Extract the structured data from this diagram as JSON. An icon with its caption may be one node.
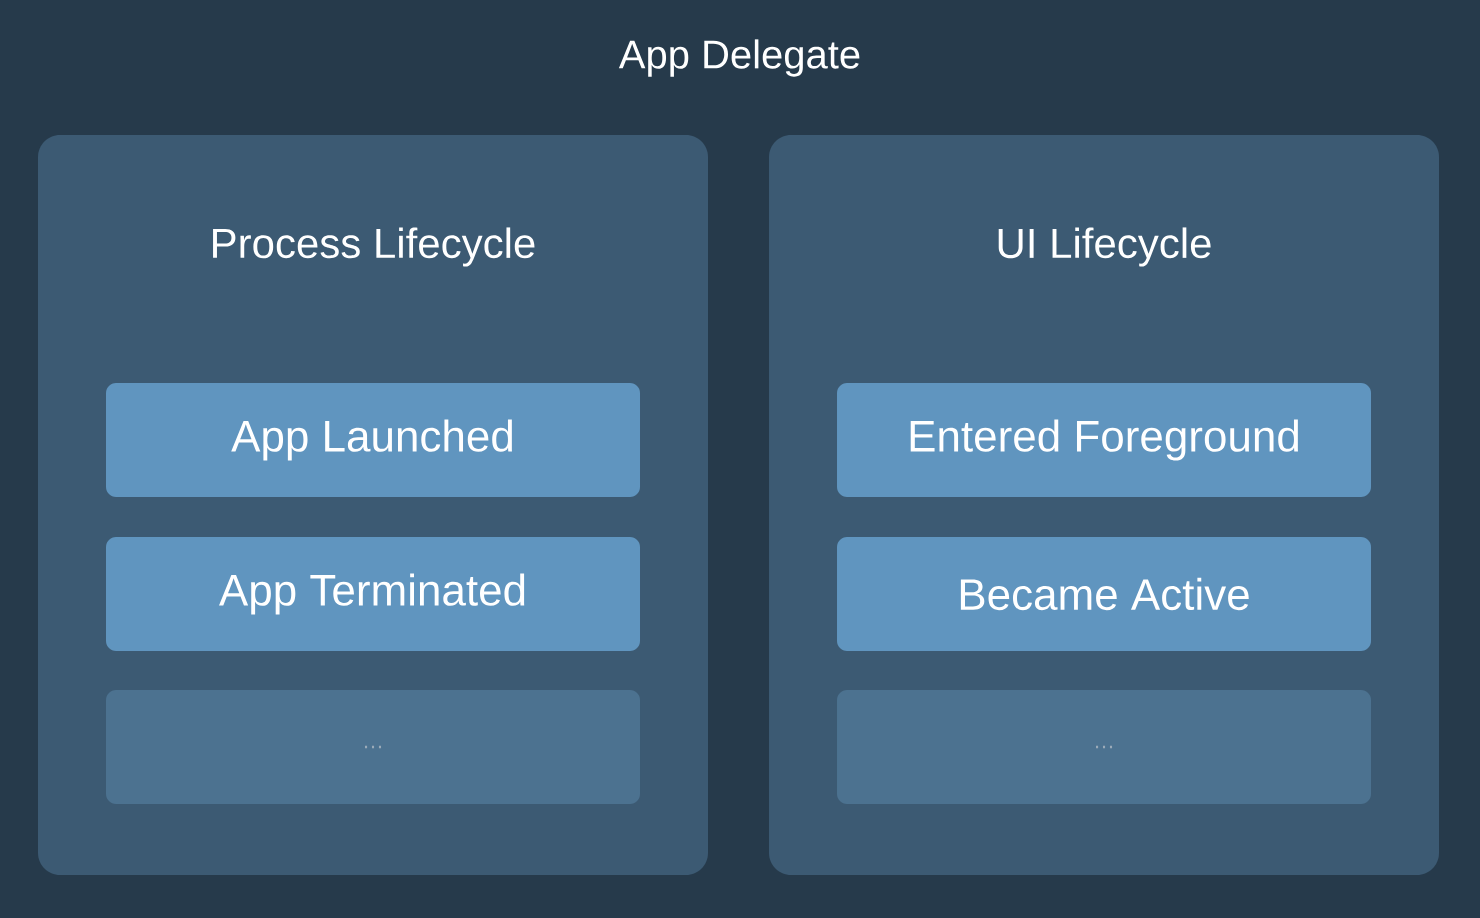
{
  "diagram": {
    "title": "App Delegate",
    "nodes": [
      {
        "text": [
          "Process Lifecycle"
        ]
      },
      {
        "text": [
          "App Launched"
        ],
        "in": 0
      },
      {
        "text": [
          "App Terminated"
        ],
        "in": 0
      },
      {
        "text": [
          "…"
        ],
        "in": 0
      },
      {
        "text": [
          "UI Lifecycle"
        ]
      },
      {
        "text": [
          "Entered Foreground"
        ],
        "in": 4
      },
      {
        "text": [
          "Became Active"
        ],
        "in": 4
      },
      {
        "text": [
          "…"
        ],
        "in": 4
      }
    ]
  }
}
